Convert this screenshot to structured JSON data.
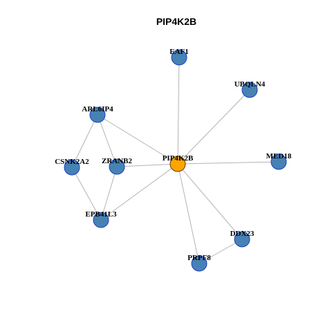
{
  "title": "PIP4K2B",
  "colors": {
    "hub_fill": "#FFA500",
    "node_fill": "#4682B4",
    "node_stroke": "#1E3FBF",
    "hub_stroke": "#5A3A1A",
    "edge": "#B3B3B3"
  },
  "network": {
    "nodes": [
      {
        "id": "PIP4K2B",
        "label": "PIP4K2B",
        "hub": true
      },
      {
        "id": "EAF1",
        "label": "EAF1",
        "hub": false
      },
      {
        "id": "UBQLN4",
        "label": "UBQLN4",
        "hub": false
      },
      {
        "id": "ARL6IP4",
        "label": "ARL6IP4",
        "hub": false
      },
      {
        "id": "CSNK2A2",
        "label": "CSNK2A2",
        "hub": false
      },
      {
        "id": "ZRANB2",
        "label": "ZRANB2",
        "hub": false
      },
      {
        "id": "MED18",
        "label": "MED18",
        "hub": false
      },
      {
        "id": "EPB41L3",
        "label": "EPB41L3",
        "hub": false
      },
      {
        "id": "DDX23",
        "label": "DDX23",
        "hub": false
      },
      {
        "id": "PRPF8",
        "label": "PRPF8",
        "hub": false
      }
    ],
    "edges": [
      [
        "PIP4K2B",
        "EAF1"
      ],
      [
        "PIP4K2B",
        "UBQLN4"
      ],
      [
        "PIP4K2B",
        "ARL6IP4"
      ],
      [
        "PIP4K2B",
        "ZRANB2"
      ],
      [
        "PIP4K2B",
        "MED18"
      ],
      [
        "PIP4K2B",
        "EPB41L3"
      ],
      [
        "PIP4K2B",
        "DDX23"
      ],
      [
        "PIP4K2B",
        "PRPF8"
      ],
      [
        "ARL6IP4",
        "CSNK2A2"
      ],
      [
        "ARL6IP4",
        "ZRANB2"
      ],
      [
        "CSNK2A2",
        "EPB41L3"
      ],
      [
        "ZRANB2",
        "EPB41L3"
      ],
      [
        "DDX23",
        "PRPF8"
      ]
    ]
  }
}
